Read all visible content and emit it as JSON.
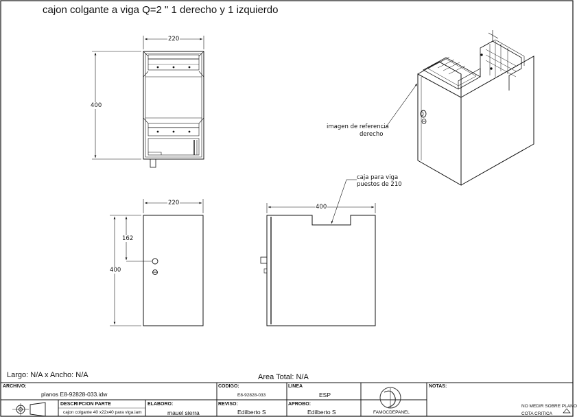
{
  "drawing": {
    "title": "cajon colgante a viga Q=2 \" 1 derecho y 1 izquierdo"
  },
  "dimensions": {
    "front_width": "220",
    "front_height": "400",
    "bottom_left_width": "220",
    "bottom_left_height": "400",
    "bottom_left_offset": "162",
    "side_width": "400"
  },
  "annotations": {
    "reference_image_line1": "imagen de referencia",
    "reference_image_line2": "derecho",
    "beam_box_line1": "caja para viga",
    "beam_box_line2": "puestos de 210"
  },
  "info": {
    "size": "Largo: N/A x Ancho: N/A",
    "area": "Area Total: N/A"
  },
  "title_block": {
    "archivo_label": "ARCHIVO:",
    "archivo_value": "planos E8-92828-033.idw",
    "descripcion_label": "DESCRIPCION PARTE",
    "descripcion_value": "cajon colgante 40 x22x40 para viga.iam",
    "codigo_label": "CODIGO:",
    "codigo_value": "E8-92828-033",
    "linea_label": "LINEA",
    "linea_value": "ESP",
    "elaboro_label": "ELABORO:",
    "elaboro_value": "mauel sierra",
    "reviso_label": "REVISO:",
    "reviso_value": "Edilberto S",
    "aprobo_label": "APROBO:",
    "aprobo_value": "Edilberto S",
    "logo_text": "FAMOCDEPANEL",
    "notas_label": "NOTAS:",
    "note_1": "NO MEDIR SOBRE PLANO",
    "note_2": "COTA CRITICA"
  }
}
